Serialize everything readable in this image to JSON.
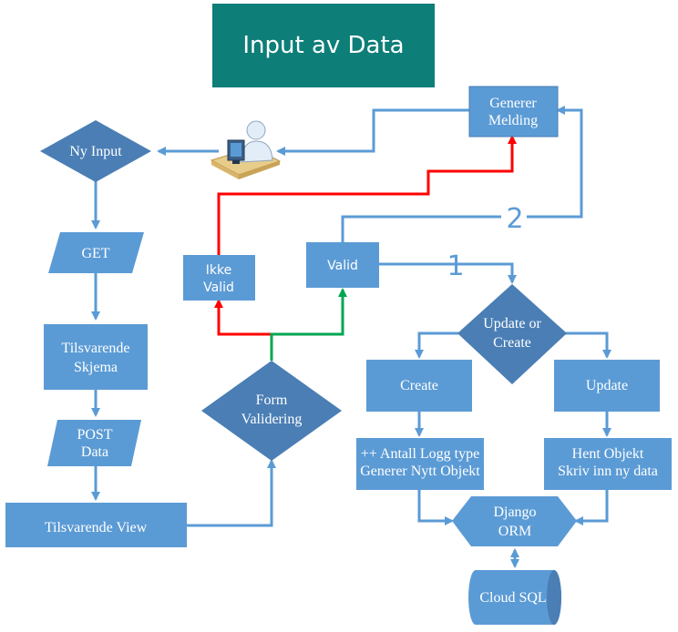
{
  "colors": {
    "title_bg": "#0E7E78",
    "node": "#5B9BD5",
    "node_dark": "#4A7EB5",
    "connector": "#5B9BD5",
    "invalid_path": "#FF0000",
    "valid_path": "#00A651",
    "label_number": "#5B9BD5"
  },
  "title": "Input av Data",
  "nodes": {
    "generer_melding": [
      "Generer",
      "Melding"
    ],
    "ny_input": "Ny Input",
    "get": "GET",
    "tilsvarende_skjema": [
      "Tilsvarende",
      "Skjema"
    ],
    "post_data": [
      "POST",
      "Data"
    ],
    "tilsvarende_view": "Tilsvarende View",
    "ikke_valid": [
      "Ikke",
      "Valid"
    ],
    "valid": "Valid",
    "form_validering": [
      "Form",
      "Validering"
    ],
    "update_or_create": [
      "Update or",
      "Create"
    ],
    "create": "Create",
    "update": "Update",
    "create_action": [
      "++ Antall Logg type",
      "Generer Nytt Objekt"
    ],
    "update_action": [
      "Hent Objekt",
      "Skriv inn ny data"
    ],
    "django_orm": [
      "Django",
      "ORM"
    ],
    "cloud_sql": "Cloud SQL"
  },
  "edge_labels": {
    "path_1": "1",
    "path_2": "2"
  },
  "icons": {
    "user": "user-at-computer-icon"
  }
}
